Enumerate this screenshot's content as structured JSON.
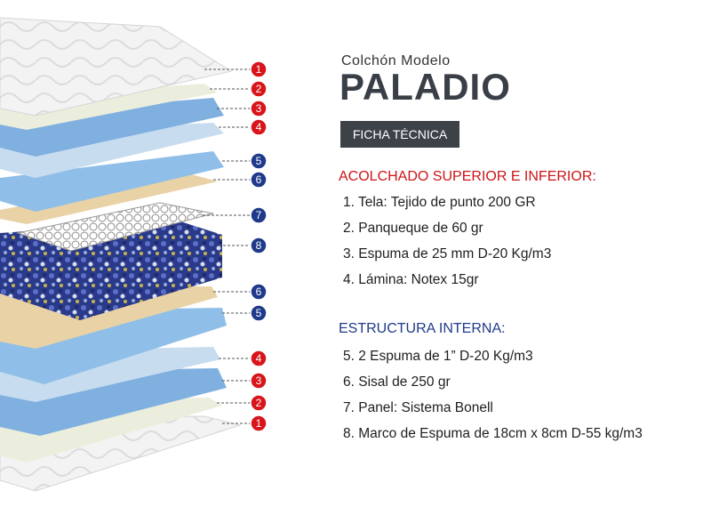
{
  "header": {
    "subtitle": "Colchón Modelo",
    "model": "PALADIO",
    "badge": "FICHA TÉCNICA"
  },
  "sections": [
    {
      "title": "ACOLCHADO SUPERIOR E INFERIOR:",
      "items": [
        "1. Tela:  Tejido de punto 200 GR",
        "2. Panqueque de 60 gr",
        "3. Espuma de 25 mm D-20 Kg/m3",
        "4. Lámina: Notex 15gr"
      ]
    },
    {
      "title": "ESTRUCTURA INTERNA:",
      "items": [
        "5. 2 Espuma de 1”  D-20 Kg/m3",
        "6. Sisal de 250 gr",
        "7. Panel: Sistema Bonell",
        "8. Marco de Espuma de 18cm x 8cm D-55 kg/m3"
      ]
    }
  ],
  "layer_markers": [
    {
      "num": "1",
      "color": "#d7151b"
    },
    {
      "num": "2",
      "color": "#d7151b"
    },
    {
      "num": "3",
      "color": "#d7151b"
    },
    {
      "num": "4",
      "color": "#d7151b"
    },
    {
      "num": "5",
      "color": "#1f3a8a"
    },
    {
      "num": "6",
      "color": "#1f3a8a"
    },
    {
      "num": "7",
      "color": "#1f3a8a"
    },
    {
      "num": "8",
      "color": "#1f3a8a"
    },
    {
      "num": "6",
      "color": "#1f3a8a"
    },
    {
      "num": "5",
      "color": "#1f3a8a"
    },
    {
      "num": "4",
      "color": "#d7151b"
    },
    {
      "num": "3",
      "color": "#d7151b"
    },
    {
      "num": "2",
      "color": "#d7151b"
    },
    {
      "num": "1",
      "color": "#d7151b"
    }
  ]
}
